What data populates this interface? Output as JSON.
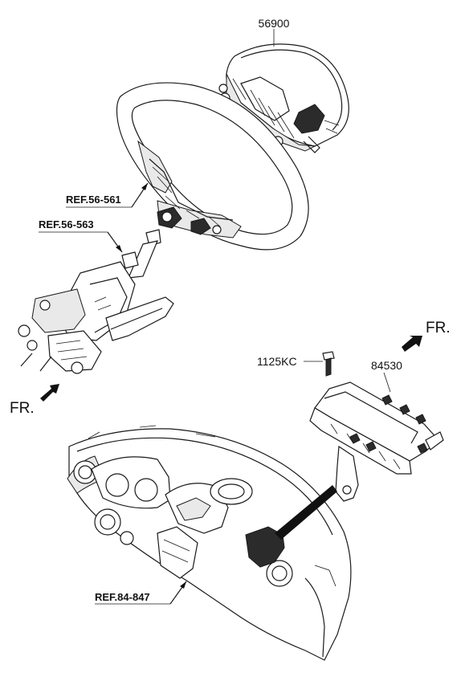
{
  "parts": {
    "airbag_module_steering": "56900",
    "bolt": "1125KC",
    "passenger_airbag": "84530"
  },
  "references": {
    "steering_wheel": "REF.56-561",
    "steering_column": "REF.56-563",
    "crash_pad": "REF.84-847"
  },
  "directions": {
    "front_right": "FR.",
    "front_left": "FR."
  }
}
